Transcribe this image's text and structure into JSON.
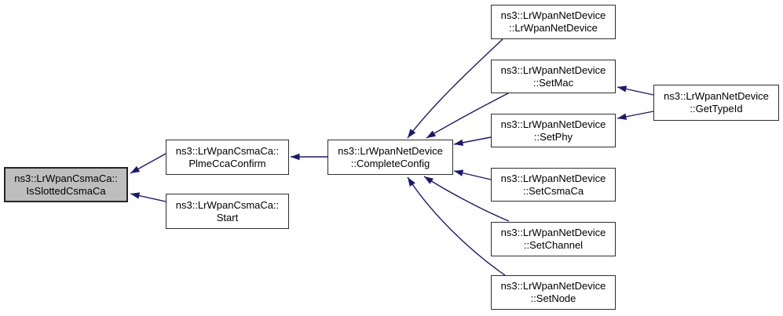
{
  "diagram": {
    "type": "doxygen-caller-graph",
    "background_color": "#ffffff",
    "edge_color": "#191970",
    "highlight_fill_color": "#bebebe",
    "node_border_color": "#2e2e2e",
    "nodes": [
      {
        "id": "is-slotted-csma-ca",
        "line1": "ns3::LrWpanCsmaCa::",
        "line2": "IsSlottedCsmaCa",
        "highlighted": true
      },
      {
        "id": "plme-cca-confirm",
        "line1": "ns3::LrWpanCsmaCa::",
        "line2": "PlmeCcaConfirm",
        "highlighted": false
      },
      {
        "id": "start",
        "line1": "ns3::LrWpanCsmaCa::",
        "line2": "Start",
        "highlighted": false
      },
      {
        "id": "complete-config",
        "line1": "ns3::LrWpanNetDevice",
        "line2": "::CompleteConfig",
        "highlighted": false
      },
      {
        "id": "lrwpan-net-device-ctor",
        "line1": "ns3::LrWpanNetDevice",
        "line2": "::LrWpanNetDevice",
        "highlighted": false
      },
      {
        "id": "set-mac",
        "line1": "ns3::LrWpanNetDevice",
        "line2": "::SetMac",
        "highlighted": false
      },
      {
        "id": "set-phy",
        "line1": "ns3::LrWpanNetDevice",
        "line2": "::SetPhy",
        "highlighted": false
      },
      {
        "id": "set-csma-ca",
        "line1": "ns3::LrWpanNetDevice",
        "line2": "::SetCsmaCa",
        "highlighted": false
      },
      {
        "id": "set-channel",
        "line1": "ns3::LrWpanNetDevice",
        "line2": "::SetChannel",
        "highlighted": false
      },
      {
        "id": "set-node",
        "line1": "ns3::LrWpanNetDevice",
        "line2": "::SetNode",
        "highlighted": false
      },
      {
        "id": "get-type-id",
        "line1": "ns3::LrWpanNetDevice",
        "line2": "::GetTypeId",
        "highlighted": false
      }
    ],
    "edges": [
      {
        "from": "plme-cca-confirm",
        "to": "is-slotted-csma-ca"
      },
      {
        "from": "start",
        "to": "is-slotted-csma-ca"
      },
      {
        "from": "complete-config",
        "to": "plme-cca-confirm"
      },
      {
        "from": "lrwpan-net-device-ctor",
        "to": "complete-config"
      },
      {
        "from": "set-mac",
        "to": "complete-config"
      },
      {
        "from": "set-phy",
        "to": "complete-config"
      },
      {
        "from": "set-csma-ca",
        "to": "complete-config"
      },
      {
        "from": "set-channel",
        "to": "complete-config"
      },
      {
        "from": "set-node",
        "to": "complete-config"
      },
      {
        "from": "get-type-id",
        "to": "set-mac"
      },
      {
        "from": "get-type-id",
        "to": "set-phy"
      }
    ]
  }
}
